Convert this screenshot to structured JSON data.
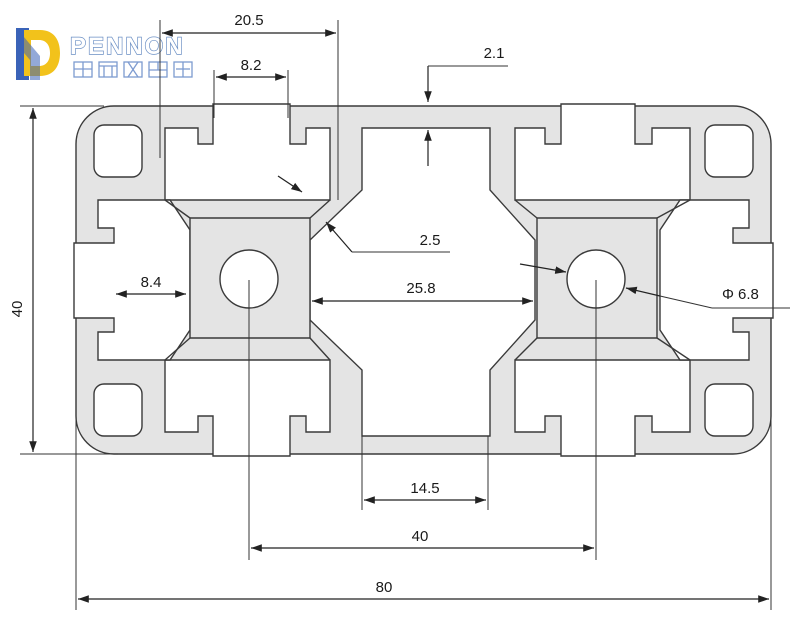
{
  "brand": {
    "name": "PENNON",
    "subtitle_graphic": "Chinese company name (logo lettering)",
    "colors": {
      "logo_blue": "#3a63b8",
      "logo_yellow": "#f2c21b"
    }
  },
  "dimensions": {
    "top_slot_span": "20.5",
    "slot_opening": "8.2",
    "wall_thickness": "2.1",
    "web_thickness": "2.5",
    "core_inner_width": "25.8",
    "core_hole_diameter": "6.8",
    "diameter_symbol": "Φ",
    "side_slot_depth": "8.4",
    "profile_height": "40",
    "center_slot_bottom": "14.5",
    "hole_pitch": "40",
    "profile_width": "80"
  },
  "colors": {
    "profile_fill": "#e4e4e4",
    "outline": "#3a3a3a",
    "dimension_line": "#222222"
  }
}
